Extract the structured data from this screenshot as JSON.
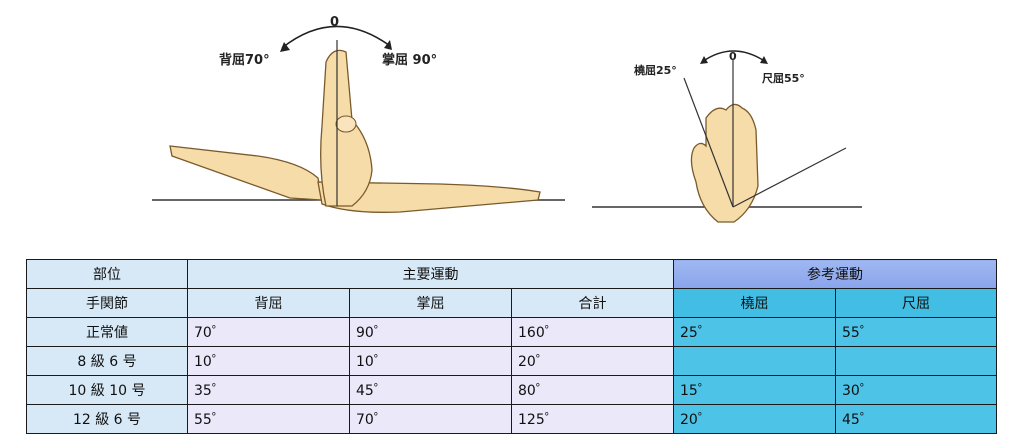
{
  "figure": {
    "left_diagram": {
      "zero_label": "0",
      "dorsiflexion_label": "背屈70°",
      "palmar_flexion_label": "掌屈 90°"
    },
    "right_diagram": {
      "zero_label": "0",
      "radial_flexion_label": "橈屈25°",
      "ulnar_flexion_label": "尺屈55°"
    }
  },
  "table": {
    "header": {
      "site": "部位",
      "main_motion": "主要運動",
      "reference_motion": "参考運動"
    },
    "subheader": {
      "joint": "手関節",
      "dorsiflexion": "背屈",
      "palmar_flexion": "掌屈",
      "total": "合計",
      "radial_flexion": "橈屈",
      "ulnar_flexion": "尺屈"
    },
    "rows": [
      {
        "label": "正常値",
        "dorsiflexion": "70゜",
        "palmar": "90゜",
        "total": "160゜",
        "radial": "25゜",
        "ulnar": "55゜"
      },
      {
        "label": "8 級 6 号",
        "dorsiflexion": "10゜",
        "palmar": "10゜",
        "total": "20゜",
        "radial": "",
        "ulnar": ""
      },
      {
        "label": "10 級 10 号",
        "dorsiflexion": "35゜",
        "palmar": "45゜",
        "total": "80゜",
        "radial": "15゜",
        "ulnar": "30゜"
      },
      {
        "label": "12 級 6 号",
        "dorsiflexion": "55゜",
        "palmar": "70゜",
        "total": "125゜",
        "radial": "20゜",
        "ulnar": "45゜"
      }
    ]
  }
}
